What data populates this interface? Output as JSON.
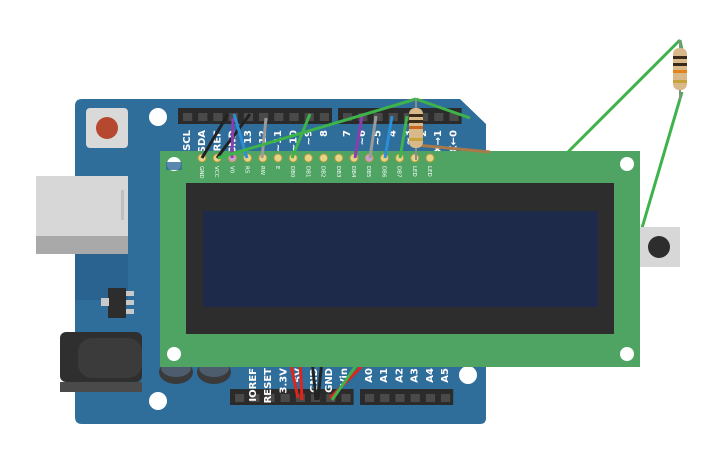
{
  "arduino": {
    "header_top_labels": [
      "SCL",
      "SDA",
      "AREF",
      "GND",
      "13",
      "12",
      "~11",
      "~10",
      "~9",
      "8",
      "7",
      "~6",
      "~5",
      "4",
      "~3",
      "2",
      "TX→1",
      "RX←0"
    ],
    "header_bottom_labels": [
      "IOREF",
      "RESET",
      "3.3V",
      "5V",
      "GND",
      "GND",
      "Vin",
      "A0",
      "A1",
      "A2",
      "A3",
      "A4",
      "A5"
    ]
  },
  "lcd": {
    "pin_labels": [
      "GND",
      "VCC",
      "V0",
      "RS",
      "RW",
      "E",
      "DB0",
      "DB1",
      "DB2",
      "DB3",
      "DB4",
      "DB5",
      "DB6",
      "DB7",
      "LED",
      "LED"
    ]
  },
  "colors": {
    "board": "#2f6d9a",
    "lcd_pcb": "#4fa464",
    "lcd_bezel": "#2d2d2d",
    "lcd_screen": "#1d2a4a",
    "wire_green": "#3db34a",
    "wire_blue": "#2a8fd6",
    "wire_purple": "#8a3fb0",
    "wire_gray": "#9a9a9a",
    "wire_brown": "#a87a4a",
    "wire_red": "#e0241b",
    "wire_black": "#222222"
  }
}
